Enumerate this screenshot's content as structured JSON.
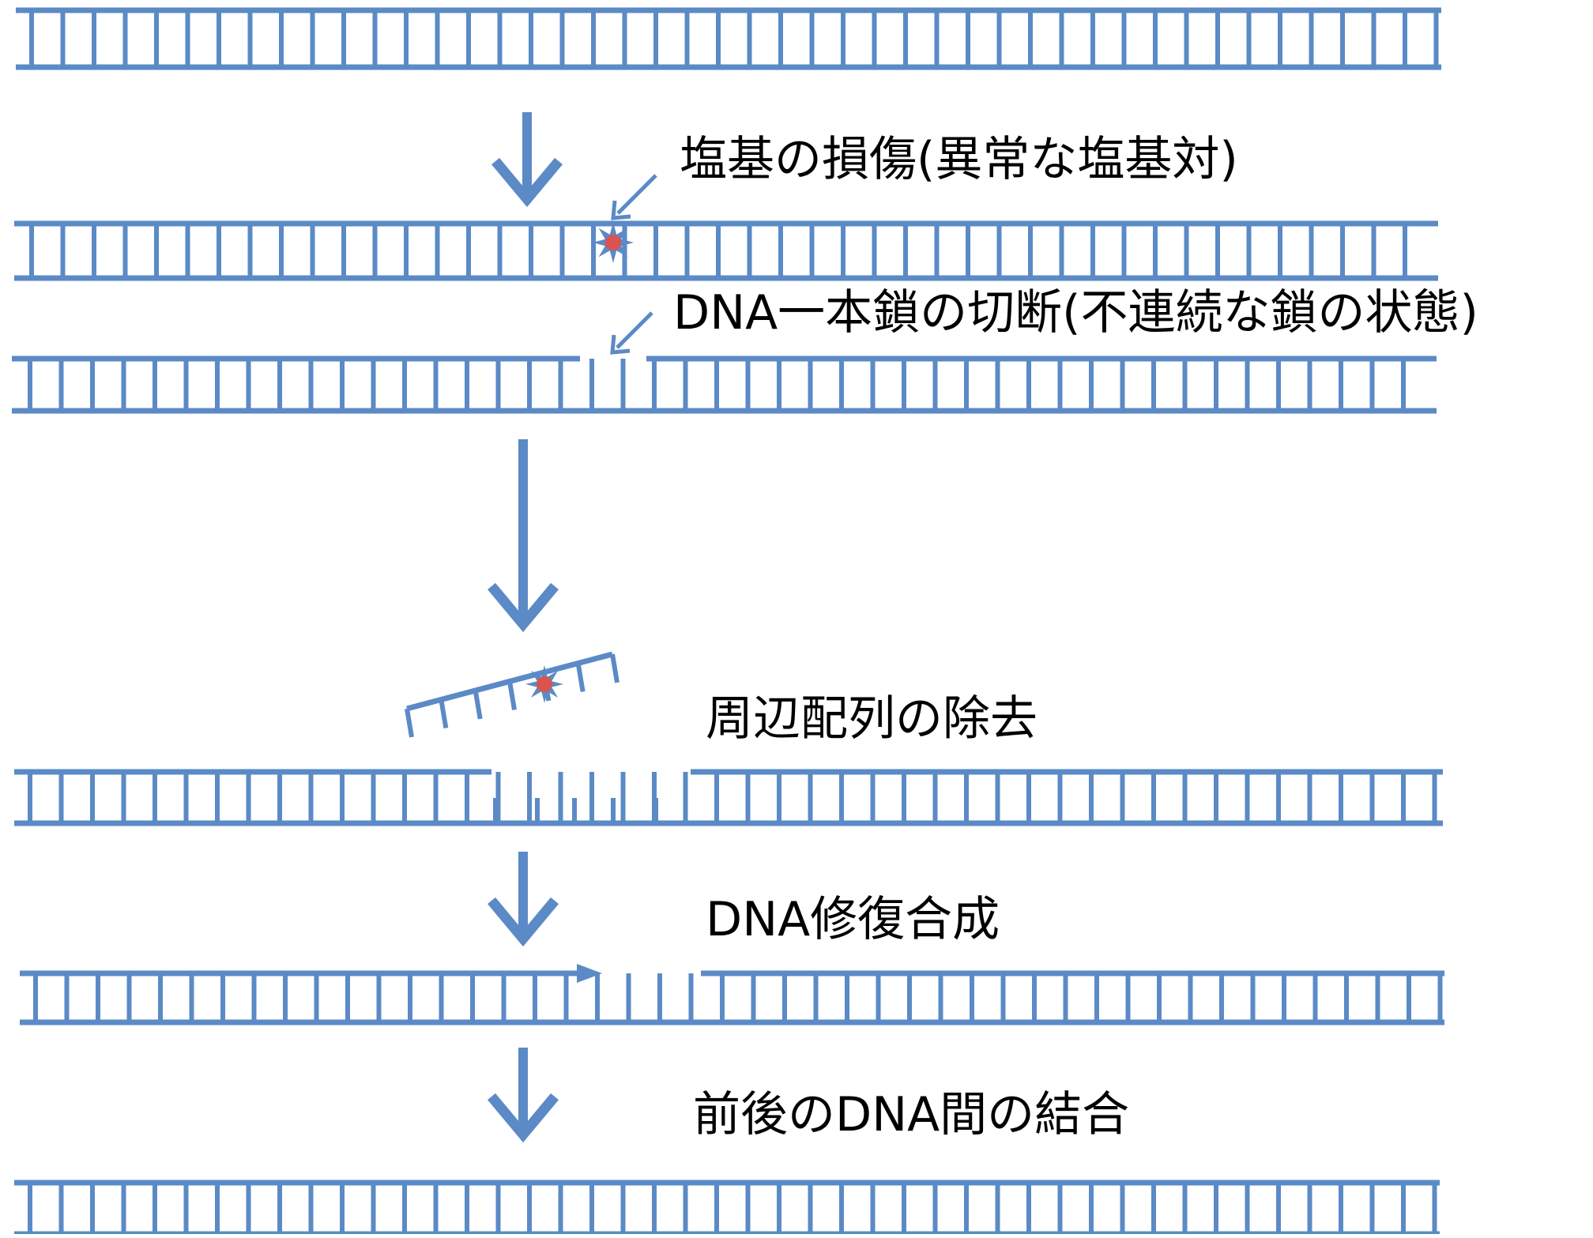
{
  "colors": {
    "strand": "#5b8ac6",
    "damage_star": "#5b8ac6",
    "damage_dot": "#d9534f",
    "text": "#000000",
    "background": "#ffffff"
  },
  "steps": [
    {
      "id": "damage",
      "label": "塩基の損傷(異常な塩基対)"
    },
    {
      "id": "break",
      "label": "DNA一本鎖の切断(不連続な鎖の状態)"
    },
    {
      "id": "excise",
      "label": "周辺配列の除去"
    },
    {
      "id": "synth",
      "label": "DNA修復合成"
    },
    {
      "id": "ligate",
      "label": "前後のDNA間の結合"
    }
  ]
}
